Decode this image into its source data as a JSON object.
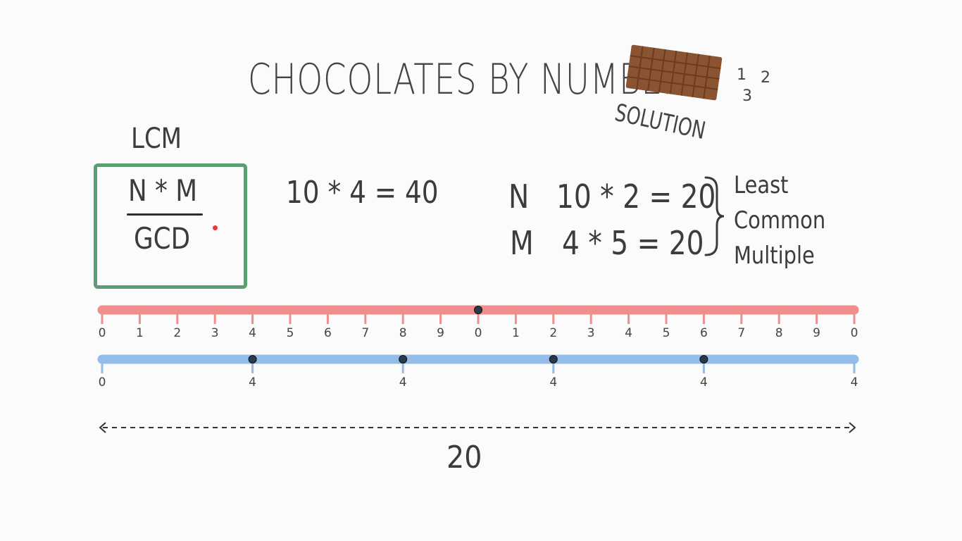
{
  "title": "CHOCOLATES BY NUMBERS",
  "badge": {
    "subtitle": "SOLUTION",
    "numbers": [
      "1",
      "2",
      "3"
    ]
  },
  "formula": {
    "label": "LCM",
    "numerator": "N * M",
    "denominator": "GCD"
  },
  "example": {
    "product": "10 * 4  = 40",
    "n_label": "N",
    "n_expr": "10 * 2 = 20",
    "m_label": "M",
    "m_expr": "4 * 5 = 20",
    "definition": [
      "Least",
      "Common",
      "Multiple"
    ]
  },
  "number_lines": {
    "red": {
      "color": "#f08d8d",
      "tick_labels": [
        "0",
        "1",
        "2",
        "3",
        "4",
        "5",
        "6",
        "7",
        "8",
        "9",
        "0",
        "1",
        "2",
        "3",
        "4",
        "5",
        "6",
        "7",
        "8",
        "9",
        "0"
      ],
      "marked_indices": [
        10
      ]
    },
    "blue": {
      "color": "#93bde6",
      "tick_labels": [
        "0",
        "4",
        "4",
        "4",
        "4",
        "4"
      ],
      "marked_indices": [
        1,
        2,
        3,
        4
      ]
    }
  },
  "distance_label": "20",
  "watermark": "Udemy",
  "colors": {
    "box_green": "#5b9e73",
    "red_line": "#f08d8d",
    "blue_line": "#93bde6",
    "marker": "#2a3a4a"
  }
}
